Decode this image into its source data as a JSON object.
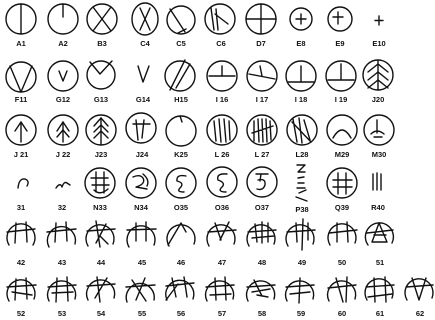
{
  "title": "",
  "labels": {
    "A1": "A1",
    "A2": "A2",
    "B3": "B3",
    "C4": "C4",
    "C5": "C5",
    "C6": "C6",
    "D7": "D7",
    "E8": "E8",
    "E9": "E9",
    "E10": "E10",
    "F11": "F11",
    "G12": "G12",
    "G13": "G13",
    "G14": "G14",
    "H15": "H15",
    "I16": "I 16",
    "I17": "I 17",
    "I18": "I 18",
    "I19": "I 19",
    "J20": "J20",
    "J21": "J 21",
    "J22": "J 22",
    "J23": "J23",
    "J24": "J24",
    "K25": "K25",
    "L26": "L 26",
    "L27": "L 27",
    "L28": "L28",
    "M29": "M29",
    "M30": "M30",
    "n31": "31",
    "n32": "32",
    "N33": "N33",
    "N34": "N34",
    "O35": "O35",
    "O36": "O36",
    "O37": "O37",
    "P38": "P38",
    "Q39": "Q39",
    "R40": "R40",
    "n42": "42",
    "n43": "43",
    "n44": "44",
    "n45": "45",
    "n46": "46",
    "n47": "47",
    "n48": "48",
    "n49": "49",
    "n50": "50",
    "n51": "51",
    "n52": "52",
    "n53": "53",
    "n54": "54",
    "n55": "55",
    "n56": "56",
    "n57": "57",
    "n58": "58",
    "n59": "59",
    "n60": "60",
    "n61": "61",
    "n62": "62"
  }
}
